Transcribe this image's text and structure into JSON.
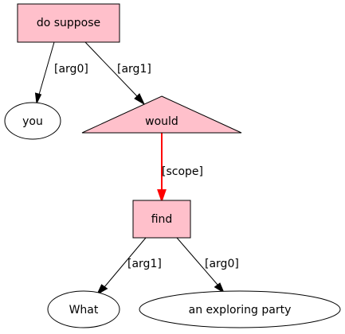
{
  "nodes": {
    "do_suppose": {
      "label": "do suppose",
      "shape": "box",
      "fill": "#ffc0cb"
    },
    "you": {
      "label": "you",
      "shape": "ellipse",
      "fill": "#ffffff"
    },
    "would": {
      "label": "would",
      "shape": "triangle",
      "fill": "#ffc0cb"
    },
    "find": {
      "label": "find",
      "shape": "box",
      "fill": "#ffc0cb"
    },
    "what": {
      "label": "What",
      "shape": "ellipse",
      "fill": "#ffffff"
    },
    "exploring_party": {
      "label": "an exploring party",
      "shape": "ellipse",
      "fill": "#ffffff"
    }
  },
  "edges": [
    {
      "from": "do suppose",
      "to": "you",
      "label": "[arg0]",
      "color": "#000000"
    },
    {
      "from": "do suppose",
      "to": "would",
      "label": "[arg1]",
      "color": "#000000"
    },
    {
      "from": "would",
      "to": "find",
      "label": "[scope]",
      "color": "#ff0000"
    },
    {
      "from": "find",
      "to": "What",
      "label": "[arg1]",
      "color": "#000000"
    },
    {
      "from": "find",
      "to": "an exploring party",
      "label": "[arg0]",
      "color": "#000000"
    }
  ]
}
